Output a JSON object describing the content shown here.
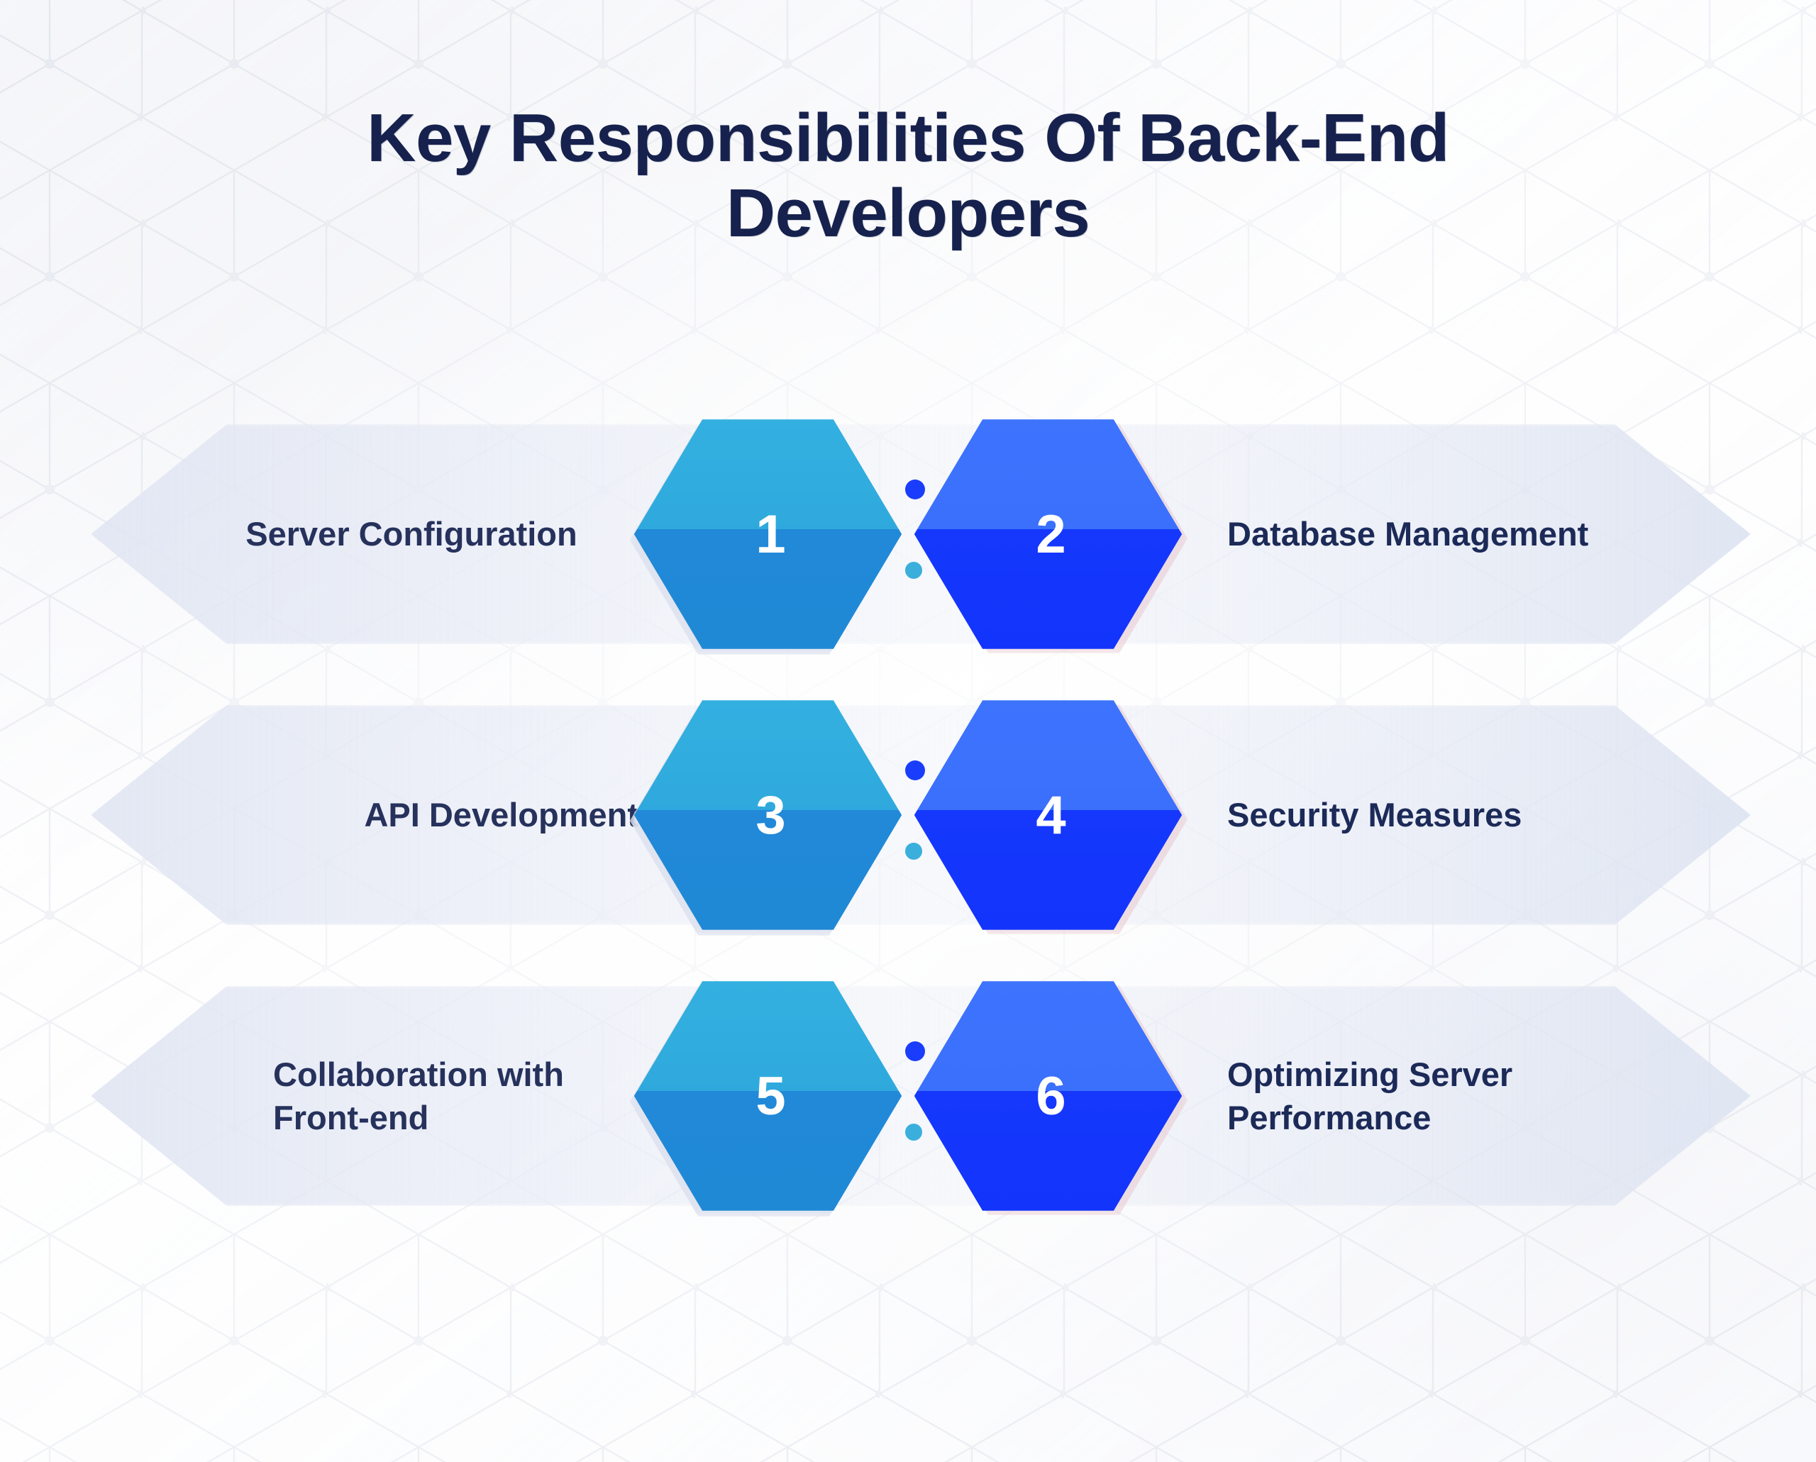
{
  "page": {
    "title": "Key Responsibilities Of Back-End Developers",
    "background_color": "#fbfbfd",
    "title_color": "#16214d"
  },
  "colors": {
    "title_navy": "#16214d",
    "left_label_navy": "#26325c",
    "right_label_navy": "#1c2a58",
    "cyan_light": "#33b0e0",
    "cyan_dark": "#2189d8",
    "blue_light": "#3d73fd",
    "blue_dark": "#1538fc",
    "dot_blue": "#1a3dfb",
    "dot_cyan": "#3aafdc",
    "band_lavender": "#e0e5f2"
  },
  "rows": [
    {
      "left": {
        "number": "1",
        "label": "Server Configuration",
        "hex_color": "cyan",
        "label_align": "center"
      },
      "right": {
        "number": "2",
        "label": "Database Management",
        "hex_color": "blue"
      }
    },
    {
      "left": {
        "number": "3",
        "label": "API Development",
        "hex_color": "cyan",
        "label_align": "right"
      },
      "right": {
        "number": "4",
        "label": "Security Measures",
        "hex_color": "blue"
      }
    },
    {
      "left": {
        "number": "5",
        "label": "Collaboration with Front-end",
        "hex_color": "cyan",
        "label_align": "left"
      },
      "right": {
        "number": "6",
        "label": "Optimizing Server Performance",
        "hex_color": "blue"
      }
    }
  ],
  "connectors": {
    "top_dot_name": "connector-dot-blue",
    "bottom_dot_name": "connector-dot-cyan"
  }
}
